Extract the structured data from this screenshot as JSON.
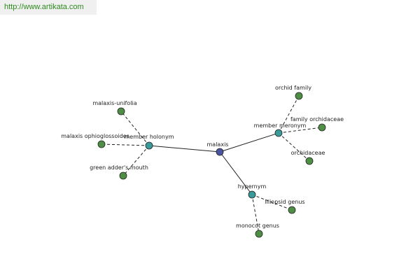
{
  "site_url": "http://www.artikata.com",
  "colors": {
    "banner_text": "#2e8b1e",
    "center_node": "#4a55a2",
    "relation_node": "#3a9a9a",
    "leaf_node": "#4f8f45",
    "edge": "#222222"
  },
  "graph": {
    "center": {
      "id": "malaxis",
      "label": "malaxis"
    },
    "relations": [
      {
        "id": "member-holonym",
        "label": "member holonym",
        "leaves": [
          {
            "id": "malaxis-unifolia",
            "label": "malaxis-unifolia"
          },
          {
            "id": "malaxis-ophioglossoides",
            "label": "malaxis ophioglossoides"
          },
          {
            "id": "green-adders-mouth",
            "label": "green adder's mouth"
          }
        ]
      },
      {
        "id": "member-meronym",
        "label": "member meronym",
        "leaves": [
          {
            "id": "orchid-family",
            "label": "orchid family"
          },
          {
            "id": "family-orchidaceae",
            "label": "family orchidaceae"
          },
          {
            "id": "orchidaceae",
            "label": "orchidaceae"
          }
        ]
      },
      {
        "id": "hypernym",
        "label": "hypernym",
        "leaves": [
          {
            "id": "liliopsid-genus",
            "label": "liliopsid genus"
          },
          {
            "id": "monocot-genus",
            "label": "monocot genus"
          }
        ]
      }
    ]
  }
}
